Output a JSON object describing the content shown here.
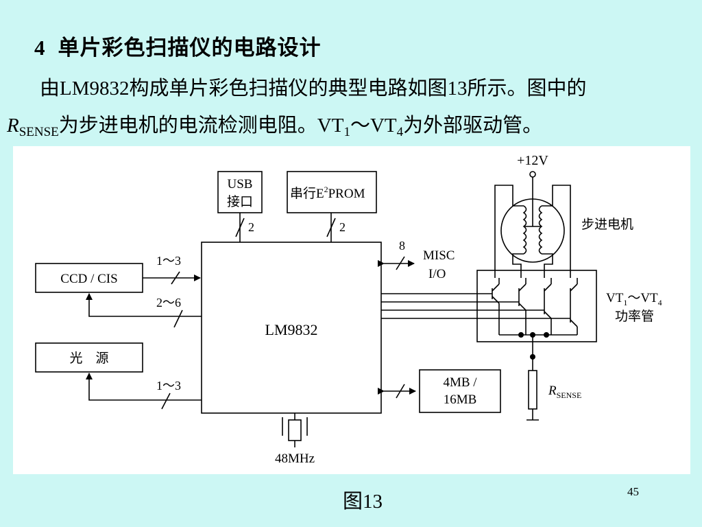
{
  "heading": {
    "number": "4",
    "text": "单片彩色扫描仪的电路设计"
  },
  "paragraph": {
    "l1": "由LM9832构成单片彩色扫描仪的典型电路如图13所示。图中的",
    "l2_r": "R",
    "l2_sense": "SENSE",
    "l2_a": "为步进电机的电流检测电阻。VT",
    "l2_s1": "1",
    "l2_b": "～VT",
    "l2_s4": "4",
    "l2_c": "为外部驱动管。"
  },
  "diagram": {
    "usb_l1": "USB",
    "usb_l2": "接口",
    "eeprom_a": "串行E",
    "eeprom_sup": "2",
    "eeprom_b": "PROM",
    "bus_usb": "2",
    "bus_eeprom": "2",
    "ccd": "CCD / CIS",
    "light": "光　源",
    "bus_ccd": "1～3",
    "bus_ccd_ret": "2～6",
    "bus_light": "1～3",
    "chip": "LM9832",
    "misc_l1": "MISC",
    "misc_l2": "I/O",
    "bus_misc": "8",
    "mem_l1": "4MB /",
    "mem_l2": "16MB",
    "crystal": "48MHz",
    "supply": "+12V",
    "motor": "步进电机",
    "vt_a": "VT",
    "vt_s1": "1",
    "vt_b": "～VT",
    "vt_s4": "4",
    "power": "功率管",
    "rs_r": "R",
    "rs_sense": "SENSE"
  },
  "caption": "图13",
  "page_number": "45"
}
